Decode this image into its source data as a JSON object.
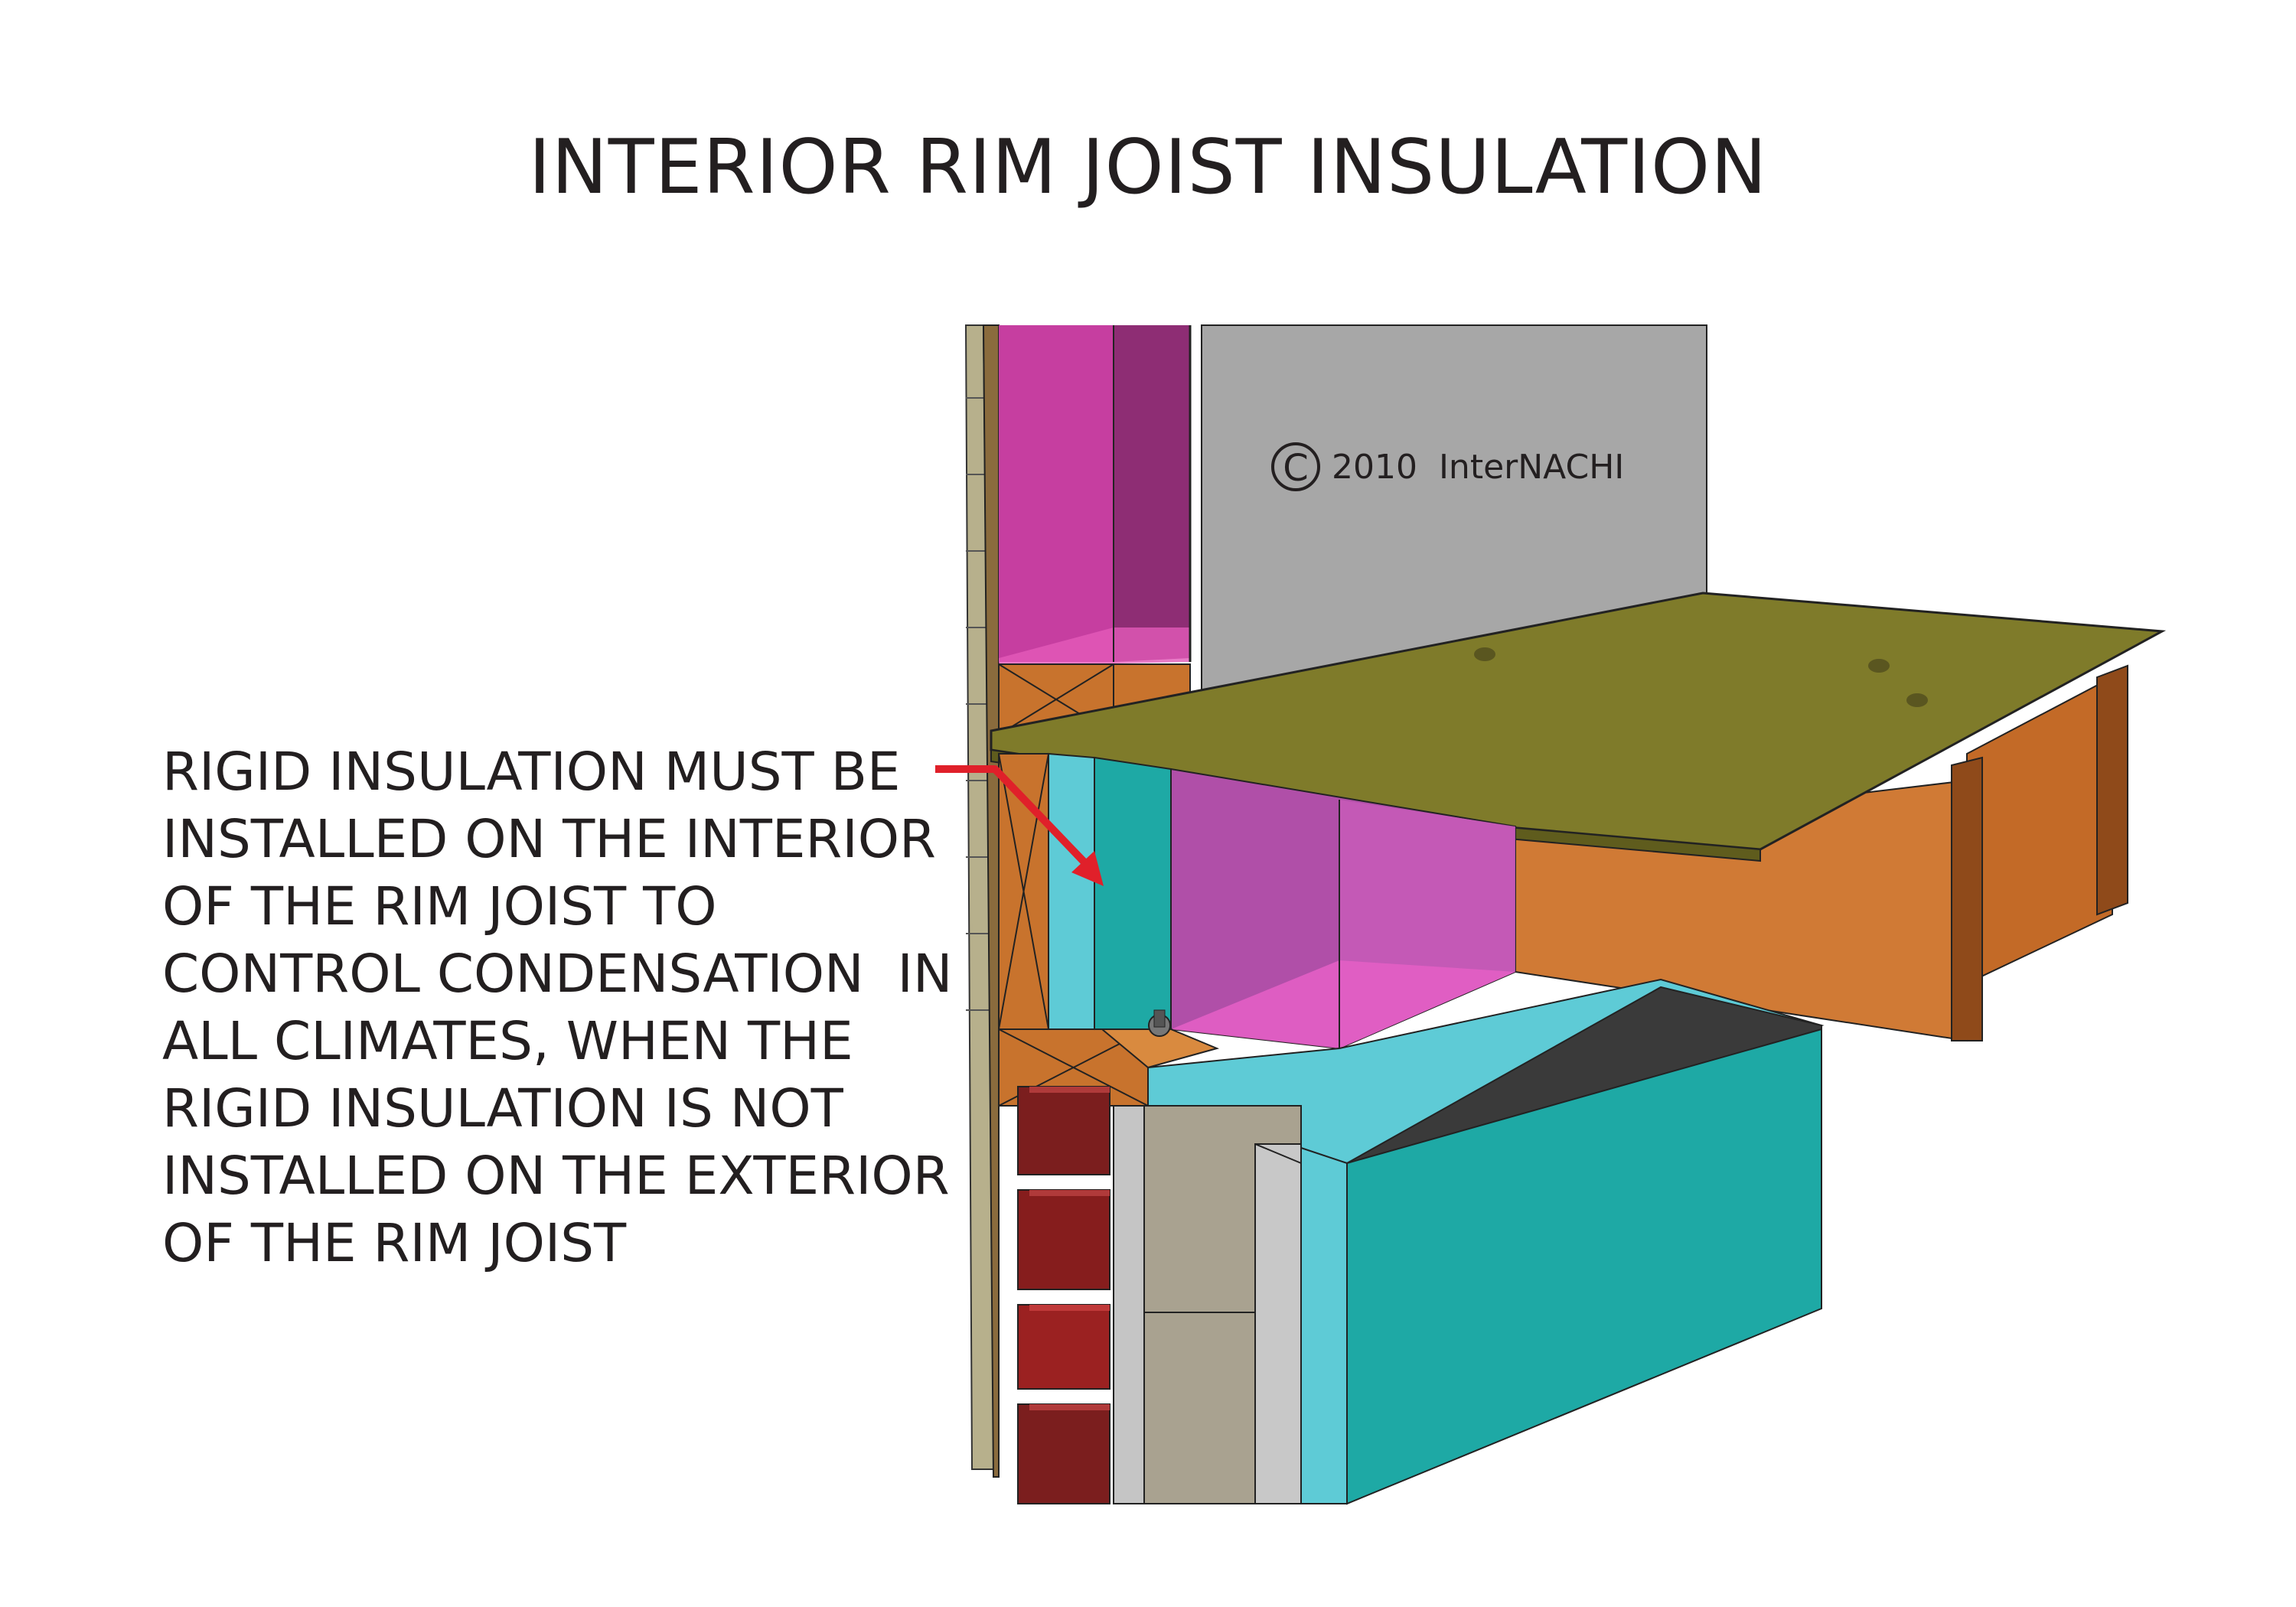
{
  "title": "INTERIOR RIM JOIST INSULATION",
  "copyright": {
    "symbol": "C",
    "text": "2010  InterNACHI"
  },
  "callout": {
    "lines": [
      "RIGID INSULATION MUST BE",
      "INSTALLED ON THE INTERIOR",
      "OF THE RIM JOIST TO",
      "CONTROL CONDENSATION  IN",
      "ALL CLIMATES, WHEN THE",
      "RIGID INSULATION IS NOT",
      "INSTALLED ON THE EXTERIOR",
      "OF THE RIM JOIST"
    ],
    "arrow_color": "#e0202a"
  },
  "colors": {
    "batt_insulation": "#c63ea0",
    "rigid_insulation": "#5ecbd6",
    "rigid_insulation_dark": "#1ea9a5",
    "subfloor": "#7f7b2a",
    "framing_wood": "#c8732d",
    "drywall": "#a7a7a7",
    "brick": "#7b1e1e",
    "concrete_block": "#a9a290",
    "sill_gasket": "#3a3a3a",
    "siding": "#b7b08c"
  }
}
